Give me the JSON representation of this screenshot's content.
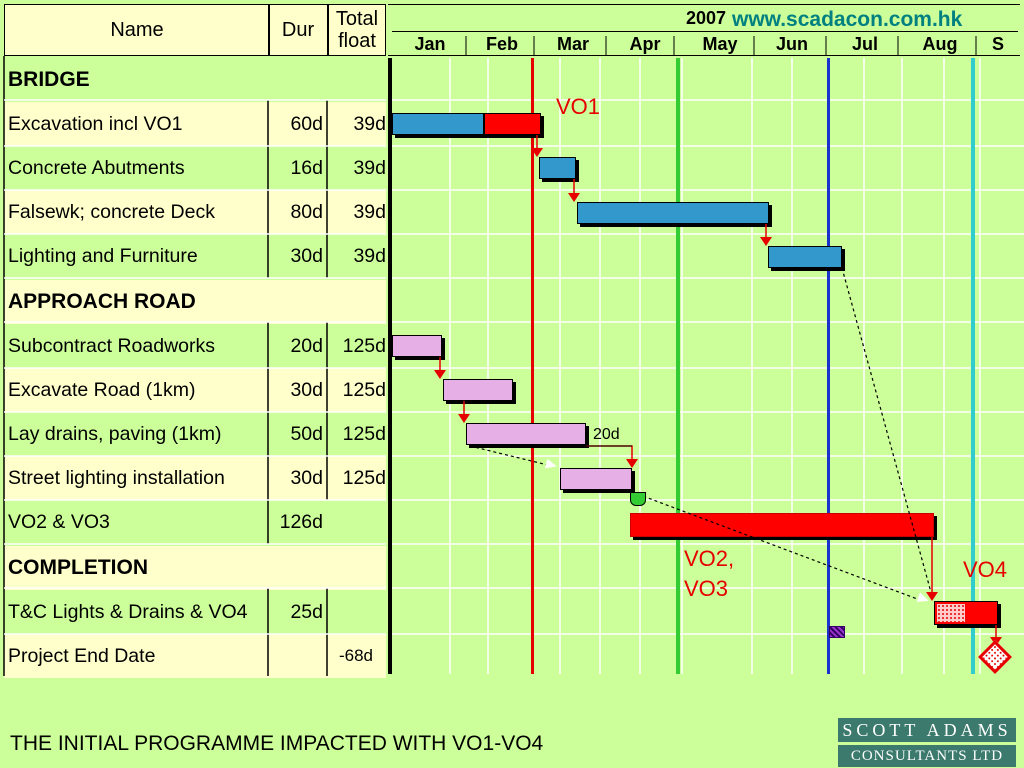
{
  "header": {
    "name": "Name",
    "dur": "Dur",
    "total_float": "Total float",
    "year": "2007",
    "website": "www.scadacon.com.hk",
    "months": [
      "Jan",
      "Feb",
      "Mar",
      "Apr",
      "May",
      "Jun",
      "Jul",
      "Aug",
      "S"
    ]
  },
  "rows": [
    {
      "type": "section",
      "name": "BRIDGE",
      "dur": "",
      "float": ""
    },
    {
      "type": "task",
      "name": "Excavation incl VO1",
      "dur": "60d",
      "float": "39d"
    },
    {
      "type": "task",
      "name": "Concrete Abutments",
      "dur": "16d",
      "float": "39d"
    },
    {
      "type": "task",
      "name": "Falsewk; concrete Deck",
      "dur": "80d",
      "float": "39d"
    },
    {
      "type": "task",
      "name": "Lighting and Furniture",
      "dur": "30d",
      "float": "39d"
    },
    {
      "type": "section",
      "name": "APPROACH ROAD",
      "dur": "",
      "float": ""
    },
    {
      "type": "task",
      "name": "Subcontract Roadworks",
      "dur": "20d",
      "float": "125d"
    },
    {
      "type": "task",
      "name": "Excavate Road (1km)",
      "dur": "30d",
      "float": "125d"
    },
    {
      "type": "task",
      "name": "Lay drains, paving (1km)",
      "dur": "50d",
      "float": "125d"
    },
    {
      "type": "task",
      "name": "Street lighting installation",
      "dur": "30d",
      "float": "125d"
    },
    {
      "type": "task",
      "name": "VO2 & VO3",
      "dur": "126d",
      "float": ""
    },
    {
      "type": "section",
      "name": "COMPLETION",
      "dur": "",
      "float": ""
    },
    {
      "type": "task",
      "name": "T&C Lights & Drains & VO4",
      "dur": "25d",
      "float": ""
    },
    {
      "type": "task",
      "name": "Project End Date",
      "dur": "",
      "float": "-68d"
    }
  ],
  "annotations": {
    "vo1": "VO1",
    "vo2_line1": "VO2,",
    "vo2_line2": "VO3",
    "vo4": "VO4",
    "lag": "20d"
  },
  "caption": "THE INITIAL PROGRAMME IMPACTED WITH VO1-VO4",
  "logo": {
    "line1": "SCOTT ADAMS",
    "line2": "CONSULTANTS LTD"
  },
  "colors": {
    "background": "#ccff99",
    "table_light": "#ffffcc",
    "bridge_bar": "#3399cc",
    "road_bar": "#e6b0e6",
    "variation": "#ff0000",
    "annotation": "#e60000",
    "line_red": "#e60000",
    "line_green": "#33cc33",
    "line_blue": "#1a33cc",
    "line_cyan": "#33cccc",
    "website": "#008080"
  }
}
